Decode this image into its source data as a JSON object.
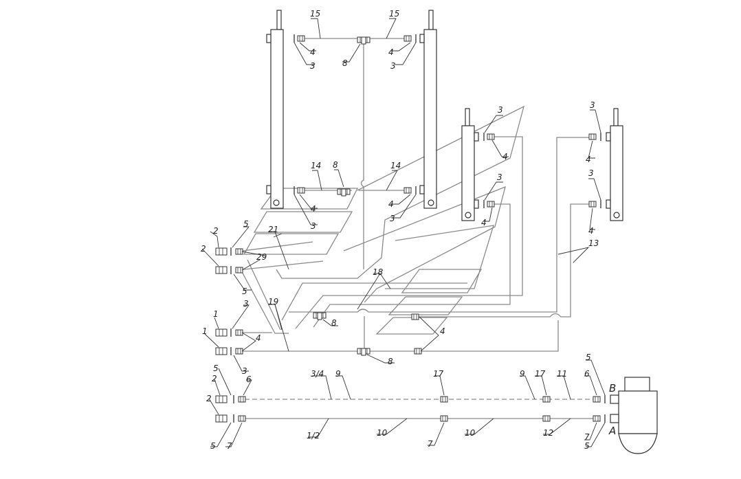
{
  "labels": {
    "l1": "15",
    "l2": "15",
    "l3": "4",
    "l4": "3",
    "l5": "8",
    "l6": "4",
    "l7": "3",
    "l8": "14",
    "l9": "8",
    "l10": "14",
    "l11": "4",
    "l12": "3",
    "l13": "4",
    "l14": "3",
    "l15": "3",
    "l16": "4",
    "l17": "3",
    "l18": "4",
    "l19": "3",
    "l20": "4",
    "l21": "3",
    "l22": "4",
    "l23": "13",
    "l24": "2",
    "l25": "5",
    "l26": "21",
    "l27": "2",
    "l28": "29",
    "l29": "5",
    "l30": "18",
    "l31": "19",
    "l32": "1",
    "l33": "3",
    "l34": "1",
    "l35": "4",
    "l36": "3",
    "l37": "8",
    "l38": "8",
    "l39": "4",
    "l40": "5",
    "l41": "2",
    "l42": "6",
    "l43": "3/4",
    "l44": "9",
    "l45": "17",
    "l46": "9",
    "l47": "17",
    "l48": "11",
    "l49": "5",
    "l50": "6",
    "l51": "B",
    "l52": "2",
    "l53": "5",
    "l54": "7",
    "l55": "1/2",
    "l56": "10",
    "l57": "7",
    "l58": "10",
    "l59": "12",
    "l60": "7",
    "l61": "A",
    "l62": "5"
  }
}
